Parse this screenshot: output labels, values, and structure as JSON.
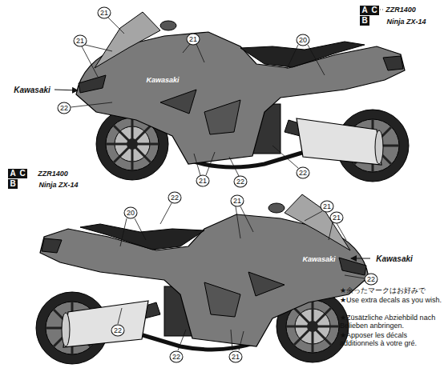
{
  "diagram": {
    "nodes": [
      {
        "text": [
          "A"
        ]
      },
      {
        "text": [
          "C"
        ]
      },
      {
        "text": [
          "B"
        ]
      },
      {
        "text": [
          "A"
        ]
      },
      {
        "text": [
          "C"
        ]
      },
      {
        "text": [
          "B"
        ]
      }
    ],
    "labels": [
      "ZZR1400",
      "Ninja ZX-14",
      "21",
      "21",
      "21",
      "20",
      "Kawasaki",
      "Kawasaki",
      "22",
      "21",
      "22",
      "22",
      "ZZR1400",
      "Ninja ZX-14",
      "22",
      "21",
      "21",
      "21",
      "20",
      "Kawasaki",
      "Kawasaki",
      "22",
      "22",
      "22",
      "21",
      "★余ったマークはお好みで",
      "★Use extra decals as you wish.",
      "★Züsätzliche Abziehbild nach Belieben anbringen.",
      "★Apposer les décals additionnels à votre gré."
    ]
  }
}
